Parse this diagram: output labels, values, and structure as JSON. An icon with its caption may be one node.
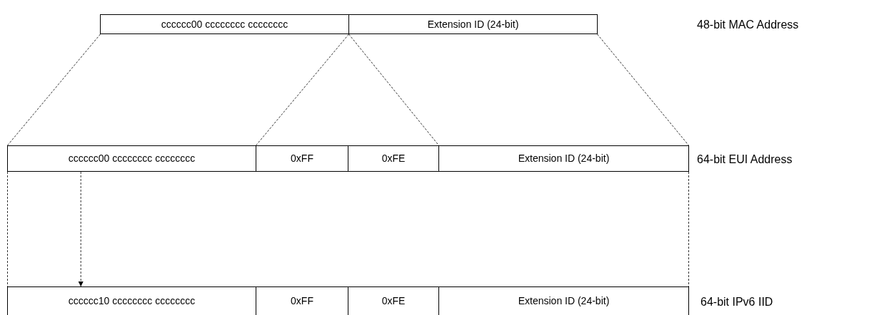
{
  "diagram": {
    "nodes": [
      {
        "text": [
          "cccccc00 cccccccc cccccccc"
        ]
      },
      {
        "text": [
          "Extension ID (24-bit)"
        ]
      },
      {
        "text": [
          "cccccc00 cccccccc cccccccc"
        ]
      },
      {
        "text": [
          "0xFF"
        ]
      },
      {
        "text": [
          "0xFE"
        ]
      },
      {
        "text": [
          "Extension ID (24-bit)"
        ],
        "beside": [
          "64-bit EUI Address"
        ]
      },
      {
        "text": [
          "cccccc10 cccccccc cccccccc"
        ]
      },
      {
        "text": [
          "0xFF"
        ]
      },
      {
        "text": [
          "0xFE"
        ]
      },
      {
        "text": [
          "Extension ID (24-bit)"
        ],
        "beside": [
          "64-bit IPv6 IID"
        ]
      }
    ],
    "edges": [
      {
        "from": 2,
        "to": 6,
        "arrow": "to",
        "style": "dashed"
      },
      {
        "from": 0,
        "to": 2,
        "arrow": "none",
        "style": "dashed"
      },
      {
        "from": 1,
        "to": 3,
        "arrow": "none",
        "style": "dashed"
      },
      {
        "from": 1,
        "to": 4,
        "arrow": "none",
        "style": "dashed"
      },
      {
        "from": 1,
        "to": 5,
        "arrow": "none",
        "style": "dashed"
      },
      {
        "from": 2,
        "to": 6,
        "arrow": "none",
        "style": "dashed"
      },
      {
        "from": 5,
        "to": 9,
        "arrow": "none",
        "style": "dashed"
      }
    ],
    "labels": [
      "48-bit MAC Address"
    ]
  }
}
